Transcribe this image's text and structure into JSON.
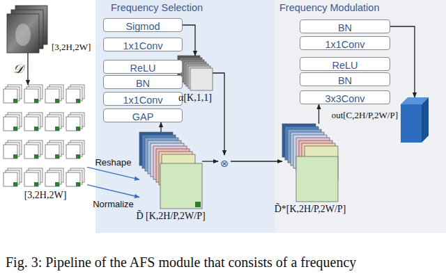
{
  "diagram": {
    "caption": "Fig. 3: Pipeline of the AFS module that consists of a frequency",
    "nodes": [
      {
        "text": [
          "[3,2H,2W]"
        ]
      },
      {
        "text": [
          "[3,2H,2W]"
        ]
      },
      {
        "text": [
          "Frequency Selection"
        ]
      },
      {
        "text": [
          "Sigmod"
        ],
        "in": 2
      },
      {
        "text": [
          "1x1Conv"
        ],
        "in": 2
      },
      {
        "text": [
          "ReLU"
        ],
        "in": 2
      },
      {
        "text": [
          "BN"
        ],
        "in": 2
      },
      {
        "text": [
          "1x1Conv"
        ],
        "in": 2
      },
      {
        "text": [
          "GAP"
        ],
        "in": 2
      },
      {
        "text": [
          "α[K,1,1]"
        ],
        "in": 2
      },
      {
        "text": [
          "D̃ [K,2H/P,2W/P]"
        ],
        "in": 2
      },
      {
        "text": [
          "⊗"
        ],
        "in": 2
      },
      {
        "text": [
          "Frequency Modulation"
        ]
      },
      {
        "text": [
          "BN"
        ],
        "in": 12
      },
      {
        "text": [
          "1x1Conv"
        ],
        "in": 12
      },
      {
        "text": [
          "ReLU"
        ],
        "in": 12
      },
      {
        "text": [
          "BN"
        ],
        "in": 12
      },
      {
        "text": [
          "3x3Conv"
        ],
        "in": 12
      },
      {
        "text": [
          "D̃*[K,2H/P,2W/P]"
        ],
        "in": 12
      },
      {
        "text": [
          "out[C,2H/P,2W/P]"
        ],
        "in": 12
      }
    ],
    "edges": [
      {
        "from": 0,
        "to": 1,
        "label": "𝒟",
        "arrow": "to"
      },
      {
        "from": 1,
        "to": 10,
        "label": "Reshape",
        "arrow": "to"
      },
      {
        "from": 1,
        "to": 10,
        "label": "Normalize",
        "arrow": "to"
      },
      {
        "from": 10,
        "to": 8,
        "arrow": "to"
      },
      {
        "from": 3,
        "to": 9,
        "arrow": "to"
      },
      {
        "from": 9,
        "to": 11,
        "arrow": "to"
      },
      {
        "from": 10,
        "to": 11,
        "arrow": "to"
      },
      {
        "from": 11,
        "to": 18,
        "arrow": "to"
      },
      {
        "from": 18,
        "to": 17,
        "arrow": "to"
      },
      {
        "from": 13,
        "to": 19,
        "arrow": "to"
      }
    ]
  }
}
